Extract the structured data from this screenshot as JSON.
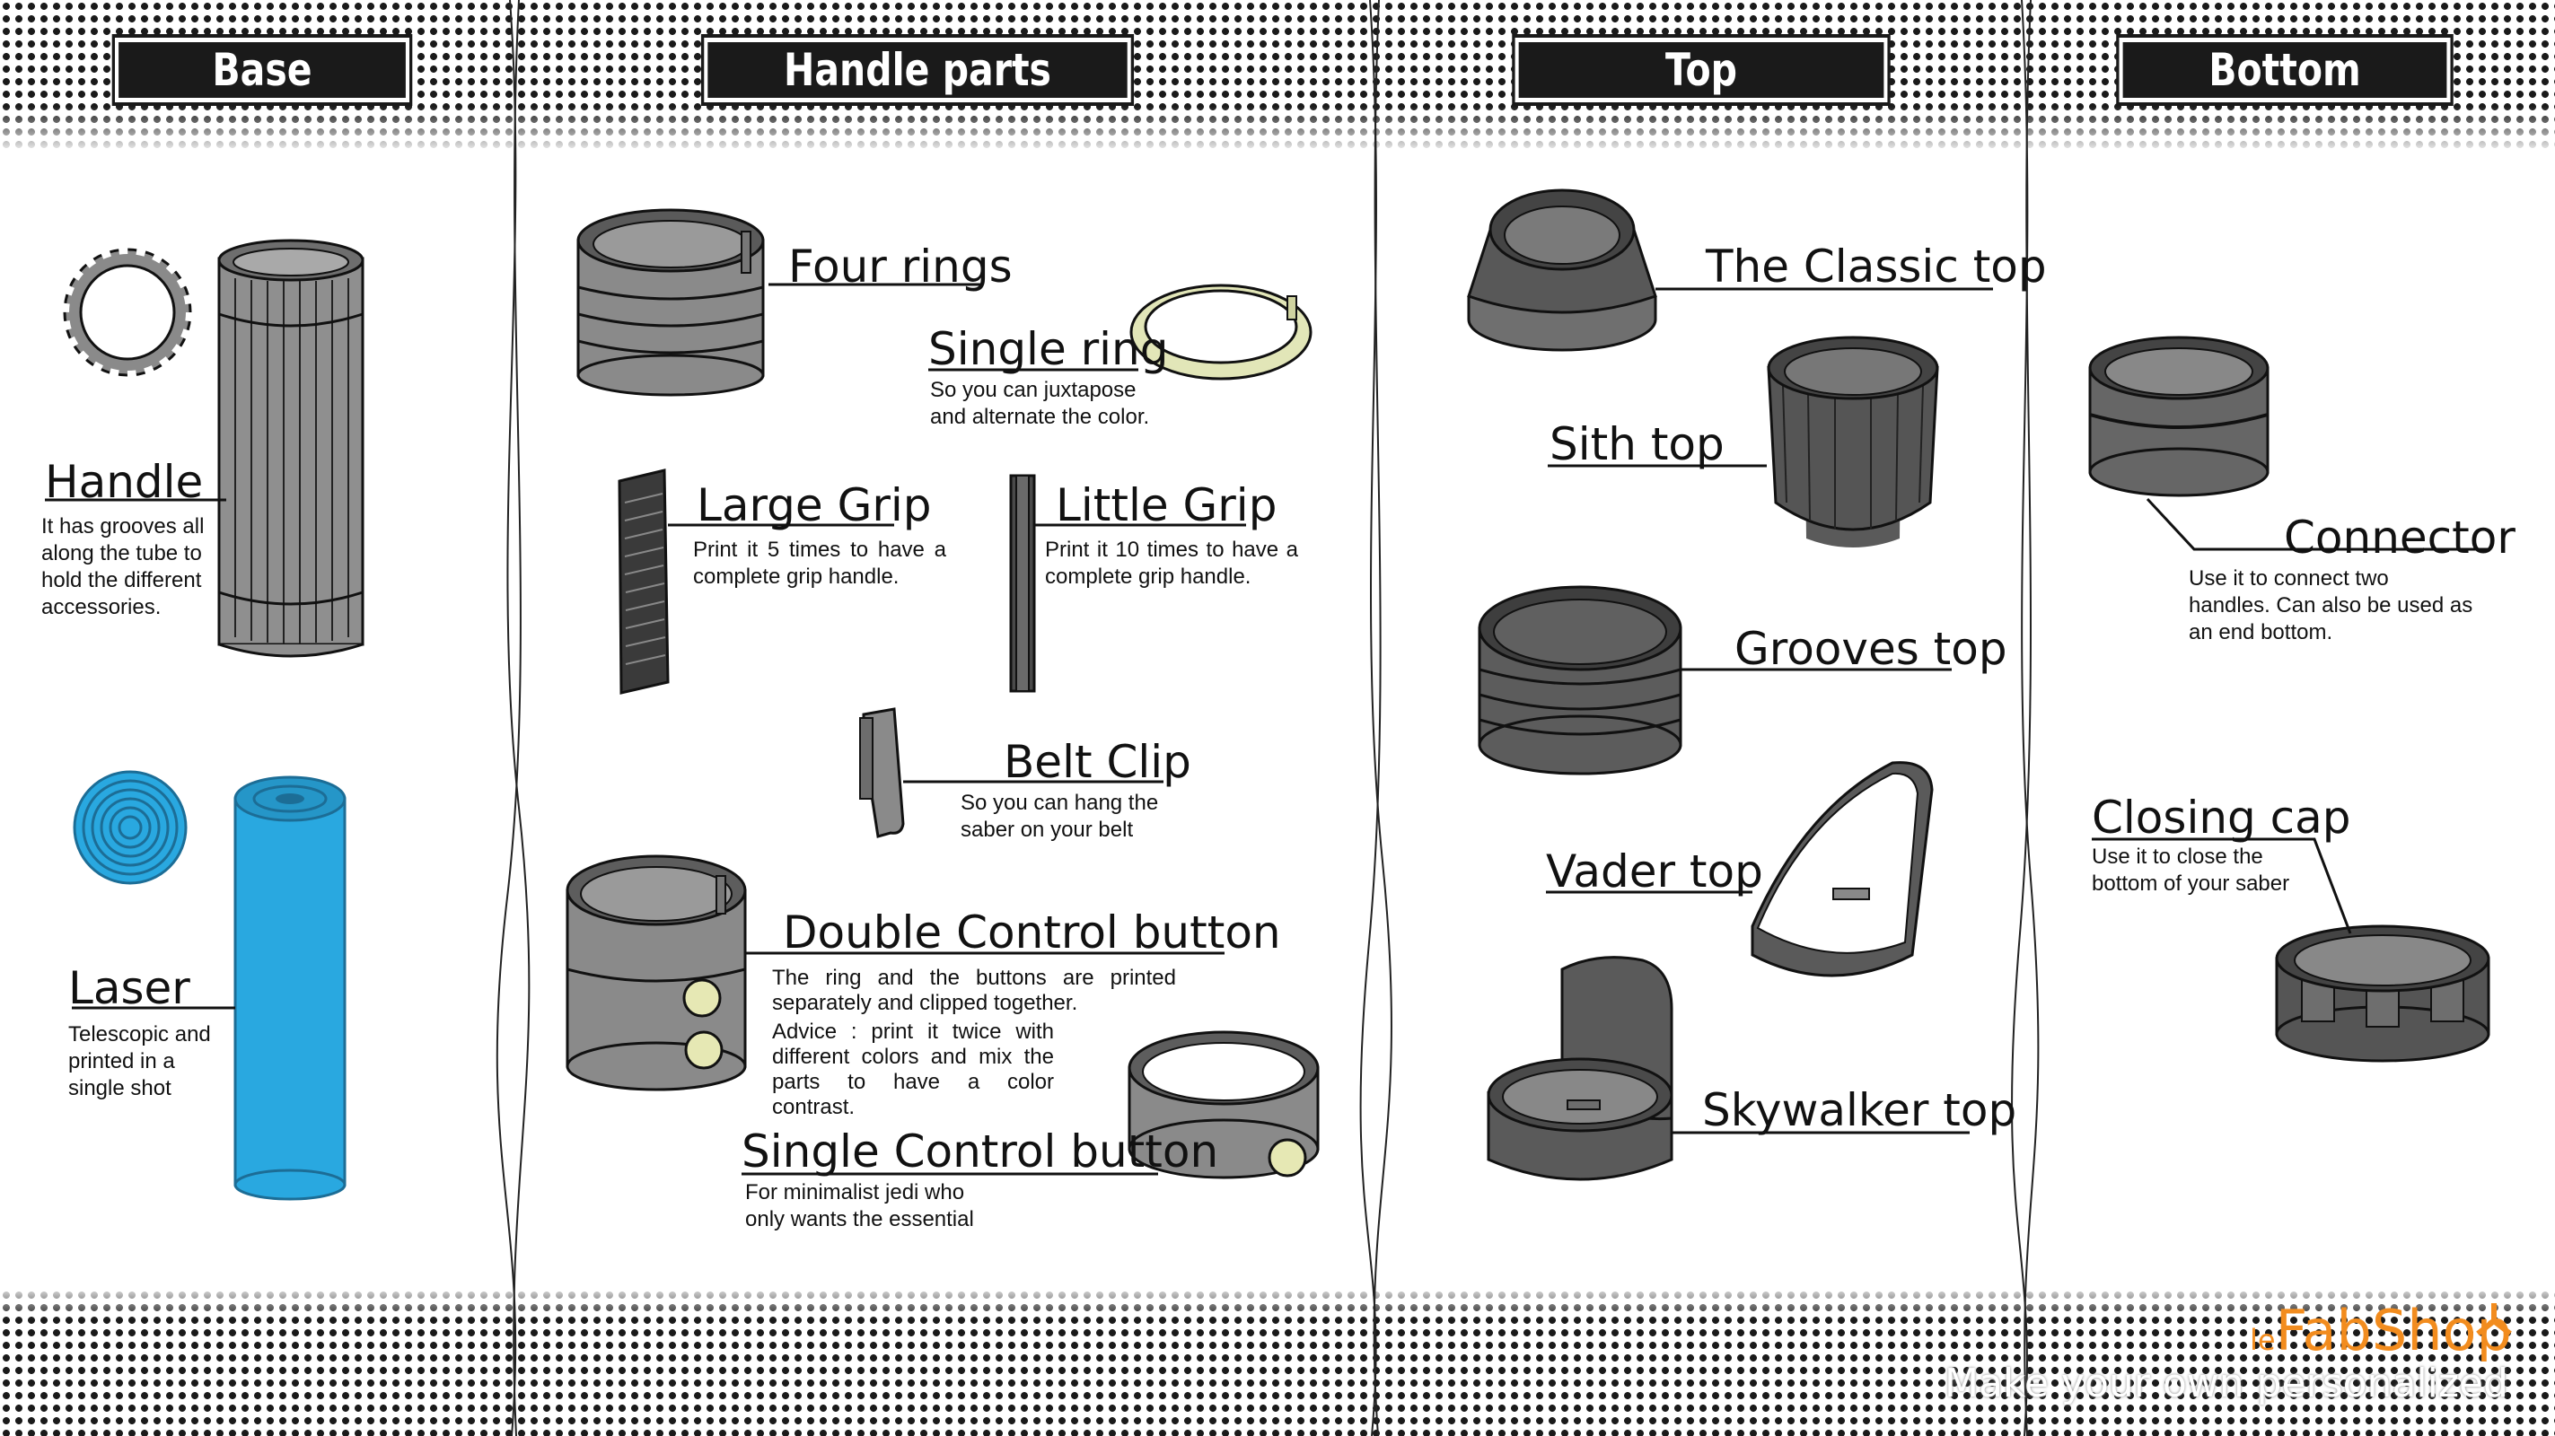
{
  "headers": {
    "base": "Base",
    "handle_parts": "Handle parts",
    "top": "Top",
    "bottom": "Bottom"
  },
  "parts": {
    "handle": {
      "title": "Handle",
      "desc": "It has grooves all along the tube to hold the different accessories."
    },
    "laser": {
      "title": "Laser",
      "desc": "Telescopic and printed in a single shot"
    },
    "four_rings": {
      "title": "Four rings"
    },
    "single_ring": {
      "title": "Single ring",
      "desc": "So you can juxtapose and alternate the color."
    },
    "large_grip": {
      "title": "Large Grip",
      "desc": "Print it 5 times to have a complete grip handle."
    },
    "little_grip": {
      "title": "Little Grip",
      "desc": "Print it 10 times to have a complete grip handle."
    },
    "belt_clip": {
      "title": "Belt Clip",
      "desc": "So you can hang the saber on your belt"
    },
    "double_control": {
      "title": "Double Control button",
      "desc": "The ring and the buttons are printed separately and clipped together.",
      "advice": "Advice : print it twice with different colors and mix the parts to have a color contrast."
    },
    "single_control": {
      "title": "Single Control button",
      "desc": "For minimalist jedi who only wants the essential"
    },
    "classic_top": {
      "title": "The Classic top"
    },
    "sith_top": {
      "title": "Sith top"
    },
    "grooves_top": {
      "title": "Grooves top"
    },
    "vader_top": {
      "title": "Vader top"
    },
    "skywalker_top": {
      "title": "Skywalker top"
    },
    "connector": {
      "title": "Connector",
      "desc": "Use it to connect two handles. Can also be used as an end bottom."
    },
    "closing_cap": {
      "title": "Closing cap",
      "desc": "Use it to close the bottom of your saber"
    }
  },
  "brand": {
    "logo_prefix": "le",
    "logo_name": "FabShop",
    "tagline": "Make your own personalized"
  },
  "colors": {
    "part_gray": "#8a8a8a",
    "part_dark": "#4a4a4a",
    "laser_blue": "#29a8e0",
    "button_cream": "#e6e8b4",
    "brand_orange": "#f28c1e"
  }
}
